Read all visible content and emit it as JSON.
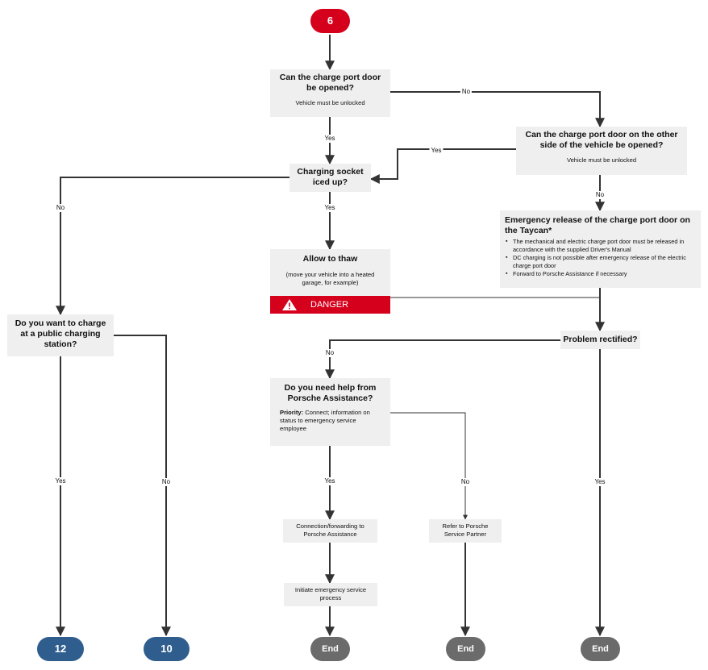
{
  "start": "6",
  "q_port_door": {
    "title": "Can the charge port door be opened?",
    "note": "Vehicle must be unlocked"
  },
  "q_other_side": {
    "title": "Can the charge port door on the other side of the vehicle be opened?",
    "note": "Vehicle must be unlocked"
  },
  "q_iced": {
    "title": "Charging socket iced up?"
  },
  "emergency": {
    "title": "Emergency release of the charge port door on the Taycan*",
    "bullets": [
      "The mechanical and electric charge port door must be released in accordance with the supplied Driver's Manual",
      "DC charging is not possible after emergency release of the electric charge port door",
      "Forward to Porsche Assistance if necessary"
    ]
  },
  "thaw": {
    "title": "Allow to thaw",
    "note": "(move your vehicle into a heated garage, for example)",
    "danger": "DANGER"
  },
  "q_public": {
    "title": "Do you want to charge at a public charging station?"
  },
  "q_rectified": {
    "title": "Problem rectified?"
  },
  "q_help": {
    "title": "Do you need help from Porsche Assistance?",
    "priority_label": "Priority:",
    "priority_text": "Connect; information on status to emergency service employee"
  },
  "connection": {
    "text": "Connection/forwarding to Porsche Assistance"
  },
  "refer": {
    "text": "Refer to Porsche Service Partner"
  },
  "initiate": {
    "text": "Initiate emergency service process"
  },
  "ends": {
    "e12": "12",
    "e10": "10",
    "end1": "End",
    "end2": "End",
    "end3": "End"
  },
  "labels": {
    "yes": "Yes",
    "no": "No"
  },
  "colors": {
    "red": "#d5001c",
    "blue": "#2f5e8e",
    "grey": "#6b6b6b",
    "box": "#efefef",
    "line": "#333333"
  }
}
